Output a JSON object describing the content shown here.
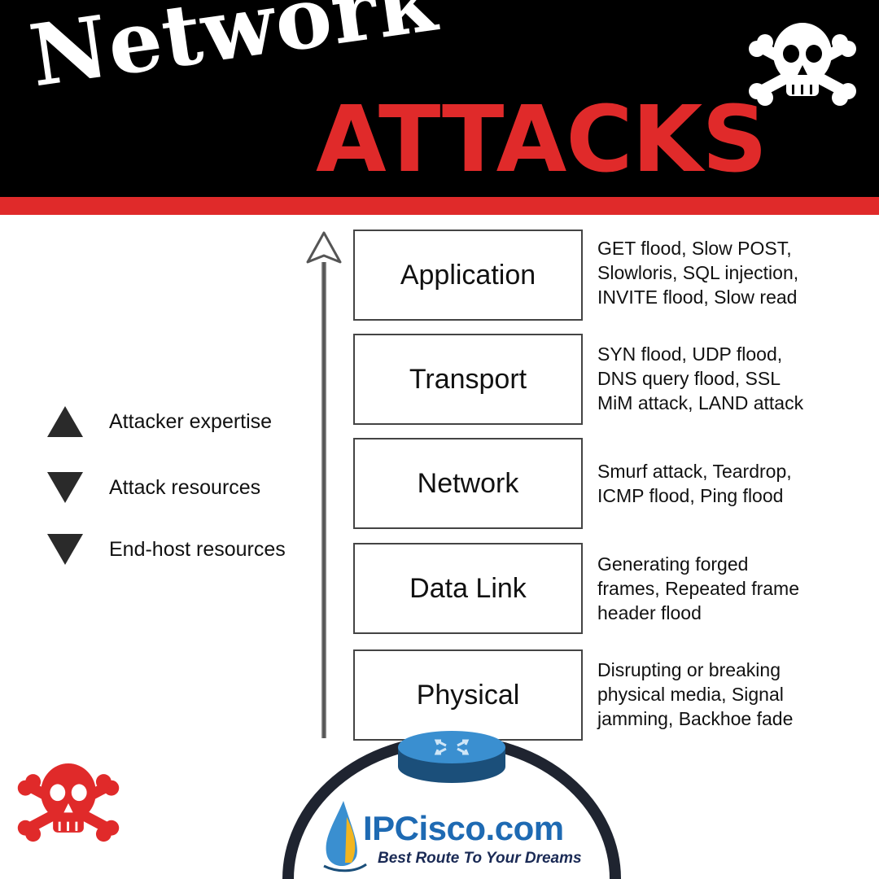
{
  "header": {
    "title_top": "Network",
    "title_bottom": "ATTACKS"
  },
  "colors": {
    "header_bg": "#000000",
    "accent_red": "#e02a2a",
    "logo_blue": "#1e6ab3"
  },
  "legend": [
    {
      "direction": "up",
      "label": "Attacker expertise"
    },
    {
      "direction": "down",
      "label": "Attack resources"
    },
    {
      "direction": "down",
      "label": "End-host resources"
    }
  ],
  "layers": [
    {
      "name": "Application",
      "attacks": [
        "GET flood, Slow POST,",
        "Slowloris, SQL injection,",
        "INVITE flood, Slow read"
      ]
    },
    {
      "name": "Transport",
      "attacks": [
        "SYN flood, UDP flood,",
        "DNS query flood, SSL",
        "MiM attack, LAND attack"
      ]
    },
    {
      "name": "Network",
      "attacks": [
        "Smurf attack, Teardrop,",
        "ICMP flood, Ping flood"
      ]
    },
    {
      "name": "Data Link",
      "attacks": [
        "Generating forged",
        "frames, Repeated frame",
        "header flood"
      ]
    },
    {
      "name": "Physical",
      "attacks": [
        "Disrupting or breaking",
        "physical media, Signal",
        "jamming, Backhoe fade"
      ]
    }
  ],
  "logo": {
    "name": "IPCisco.com",
    "tagline": "Best Route To Your Dreams"
  },
  "icons": [
    "skull-crossbones-icon",
    "up-arrow-icon",
    "router-icon",
    "droplet-sail-icon"
  ]
}
